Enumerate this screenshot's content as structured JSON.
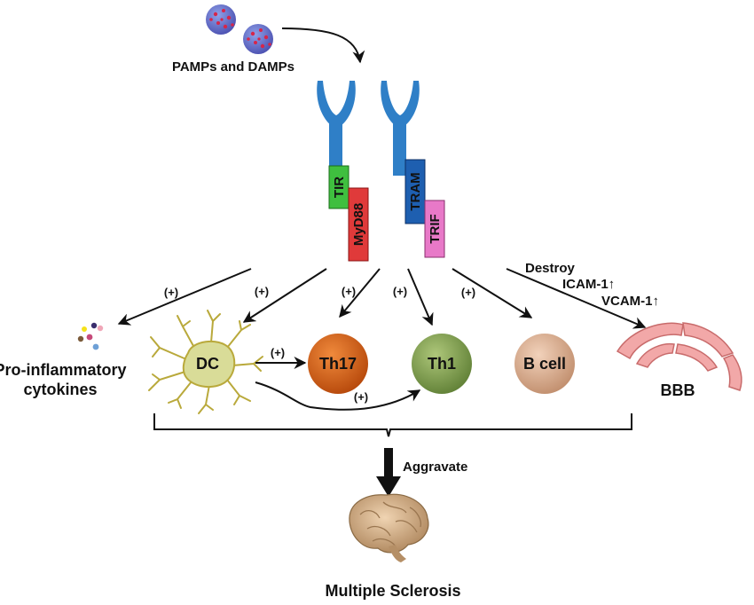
{
  "stimulus": {
    "label": "PAMPs and DAMPs"
  },
  "receptor1": {
    "tir": "TIR",
    "adaptor": "MyD88"
  },
  "receptor2": {
    "tram": "TRAM",
    "trif": "TRIF"
  },
  "plus_label": "(+)",
  "bbb_effects": {
    "destroy": "Destroy",
    "icam": "ICAM-1↑",
    "vcam": "VCAM-1↑"
  },
  "targets": {
    "cytokines": {
      "line1": "Pro-inflammatory",
      "line2": "cytokines"
    },
    "dc": "DC",
    "th17": "Th17",
    "th1": "Th1",
    "bcell": "B cell",
    "bbb": "BBB"
  },
  "outcome": {
    "arrow_label": "Aggravate",
    "disease": "Multiple Sclerosis"
  },
  "colors": {
    "receptor": "#2f7fc7",
    "tir": "#3fbf3f",
    "myd88": "#e03a3a",
    "tram": "#1e5fb0",
    "trif": "#e879c8",
    "dc": "#d9dc98",
    "dc_stroke": "#b9a93b",
    "th17": "#c9560f",
    "th1": "#7c9c4c",
    "bcell": "#d9a98a",
    "bbb": "#f2a8a8",
    "brain": "#d9b58c"
  }
}
